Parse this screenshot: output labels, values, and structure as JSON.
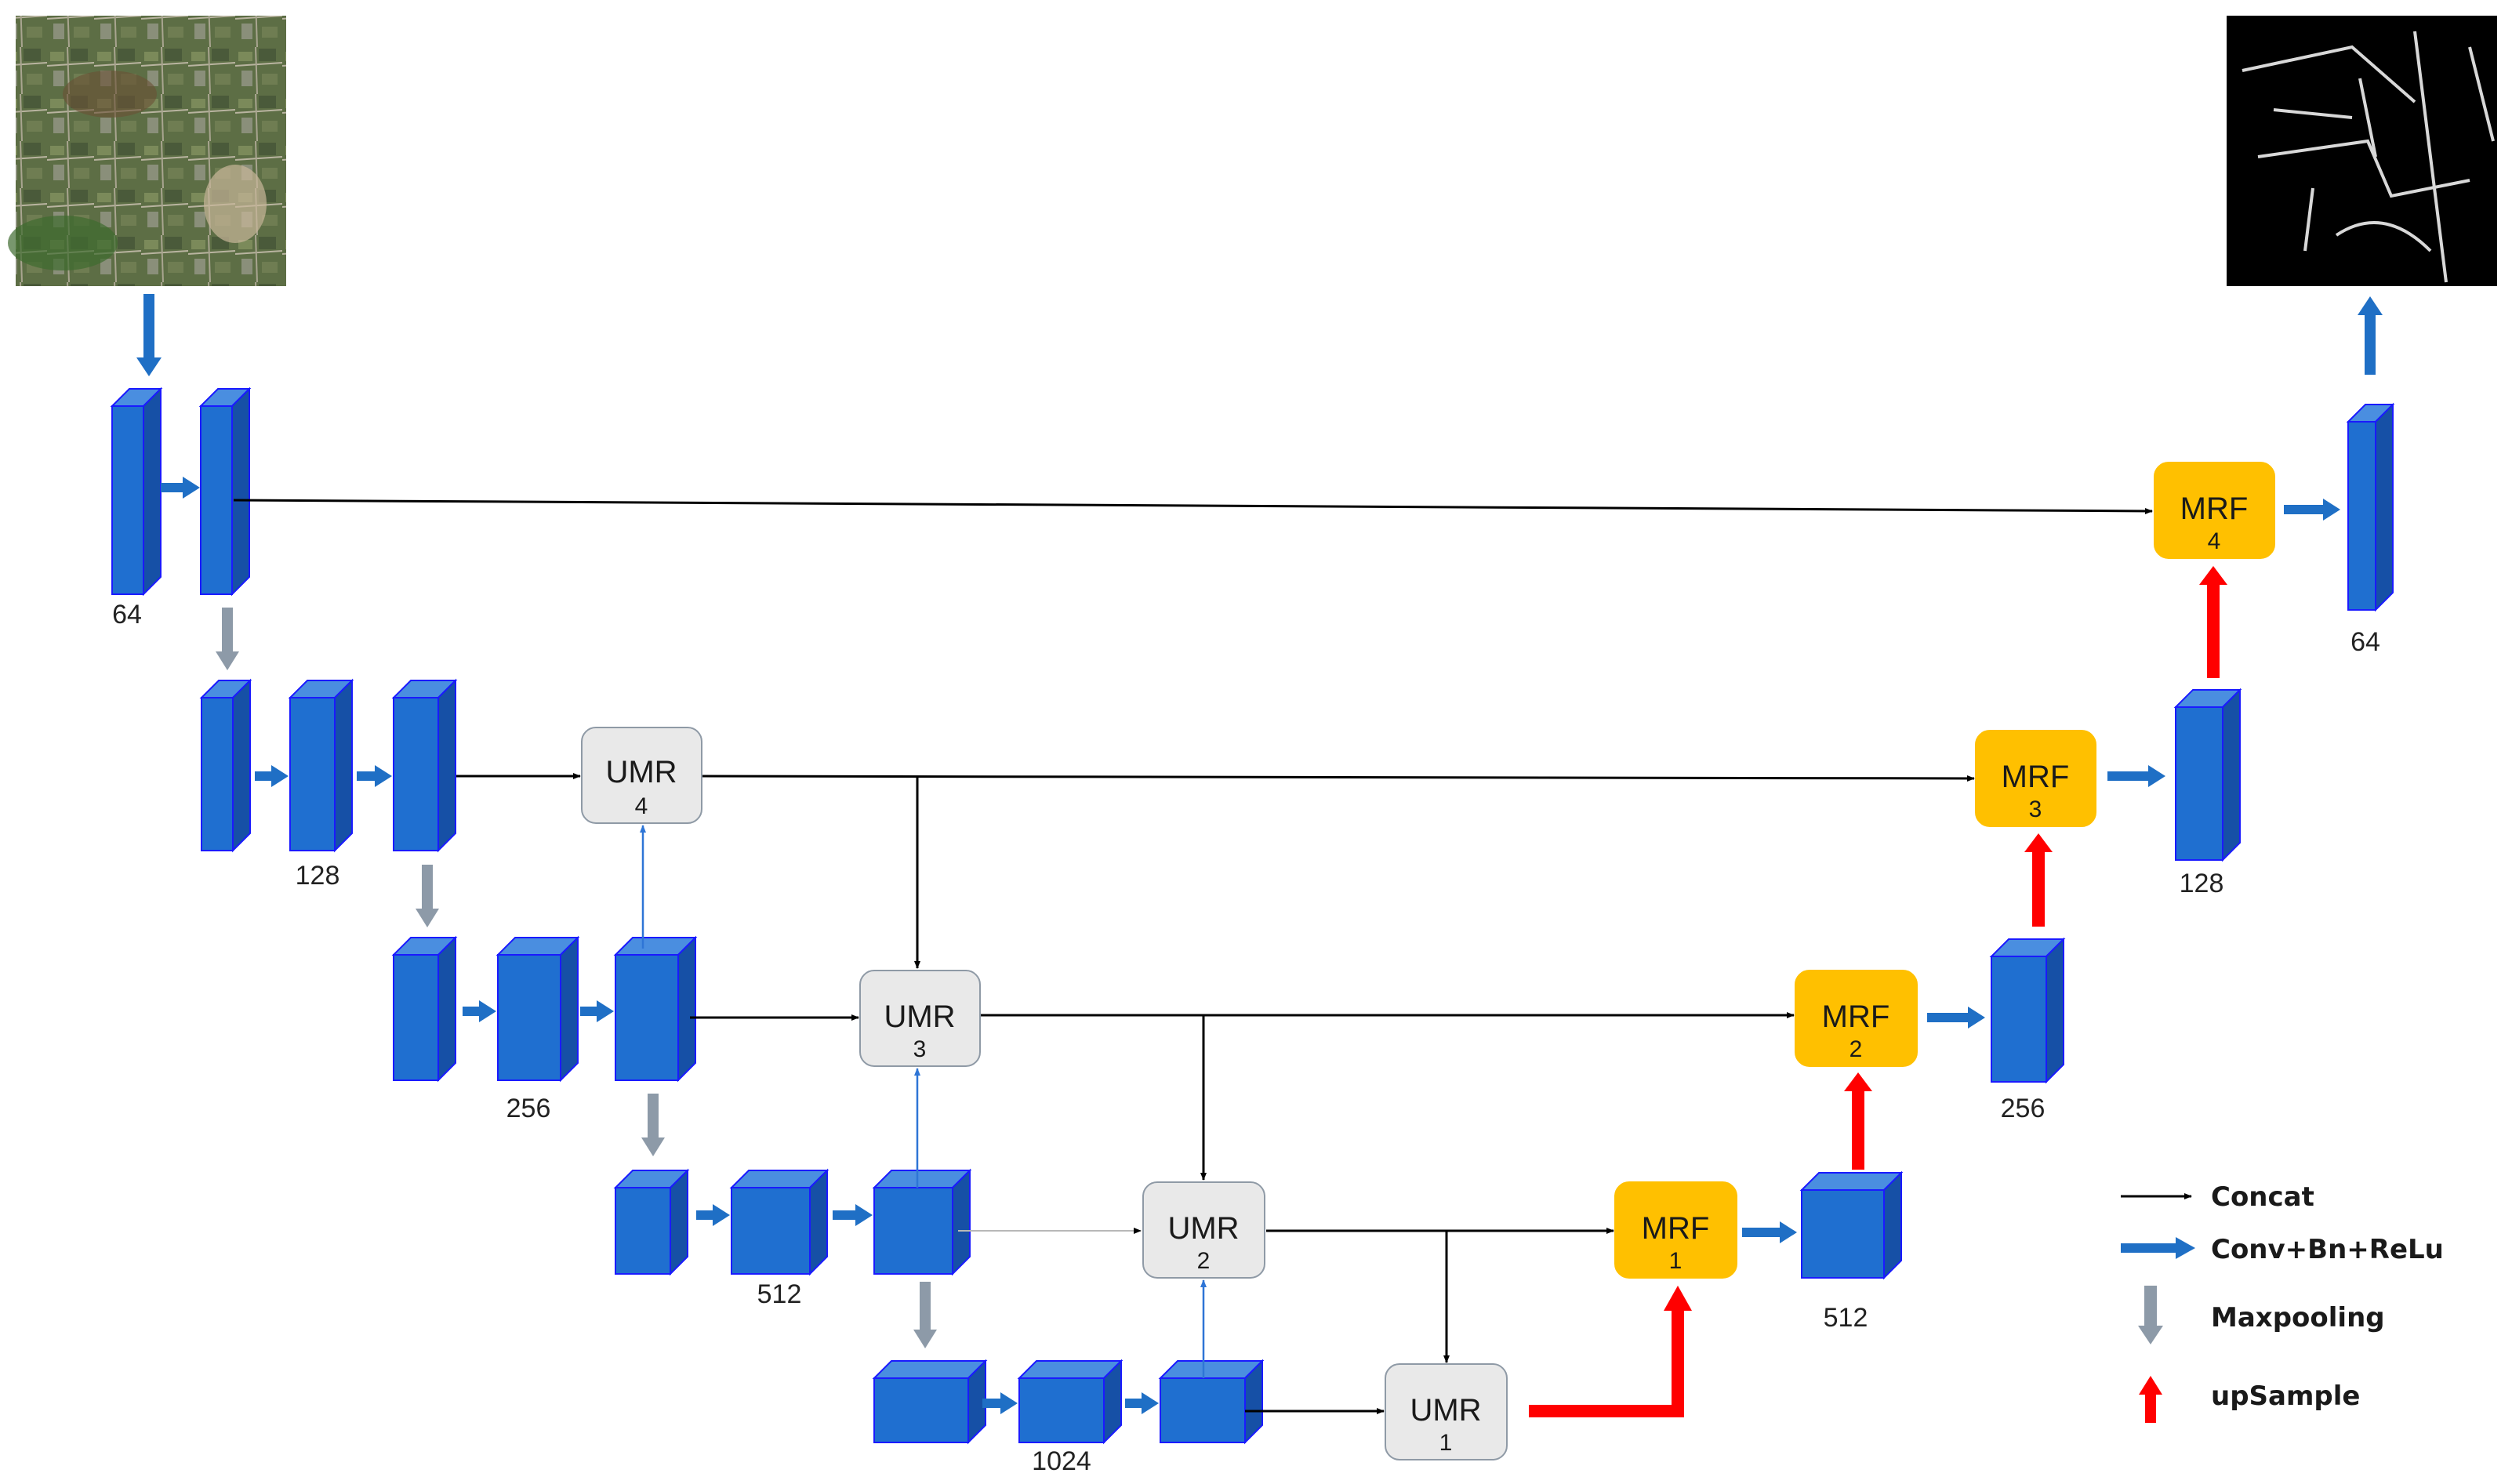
{
  "colors": {
    "block_front": "#1f6fd0",
    "block_side": "#1650a6",
    "block_top": "#4a8ee0",
    "block_edge": "#1a1aff",
    "umr_fill": "#e9e9e9",
    "umr_stroke": "#8f9aa6",
    "mrf_fill": "#ffc000",
    "conv_arrow": "#1f6fc5",
    "pool_arrow": "#8d9aa8",
    "upsample_arrow": "#ff0000",
    "concat_line": "#000000",
    "thin_blue": "#2e75d6"
  },
  "images": {
    "input": "satellite-image",
    "output": "road-segmentation-mask"
  },
  "channels": {
    "enc1": "64",
    "enc2": "128",
    "enc3": "256",
    "enc4": "512",
    "bottleneck": "1024",
    "dec3": "512",
    "dec2": "256",
    "dec1": "128",
    "dec0": "64"
  },
  "umr": [
    {
      "title": "UMR",
      "num": "4"
    },
    {
      "title": "UMR",
      "num": "3"
    },
    {
      "title": "UMR",
      "num": "2"
    },
    {
      "title": "UMR",
      "num": "1"
    }
  ],
  "mrf": [
    {
      "title": "MRF",
      "num": "4"
    },
    {
      "title": "MRF",
      "num": "3"
    },
    {
      "title": "MRF",
      "num": "2"
    },
    {
      "title": "MRF",
      "num": "1"
    }
  ],
  "legend": {
    "concat": "Concat",
    "conv": "Conv+Bn+ReLu",
    "maxpool": "Maxpooling",
    "upsample": "upSample"
  }
}
